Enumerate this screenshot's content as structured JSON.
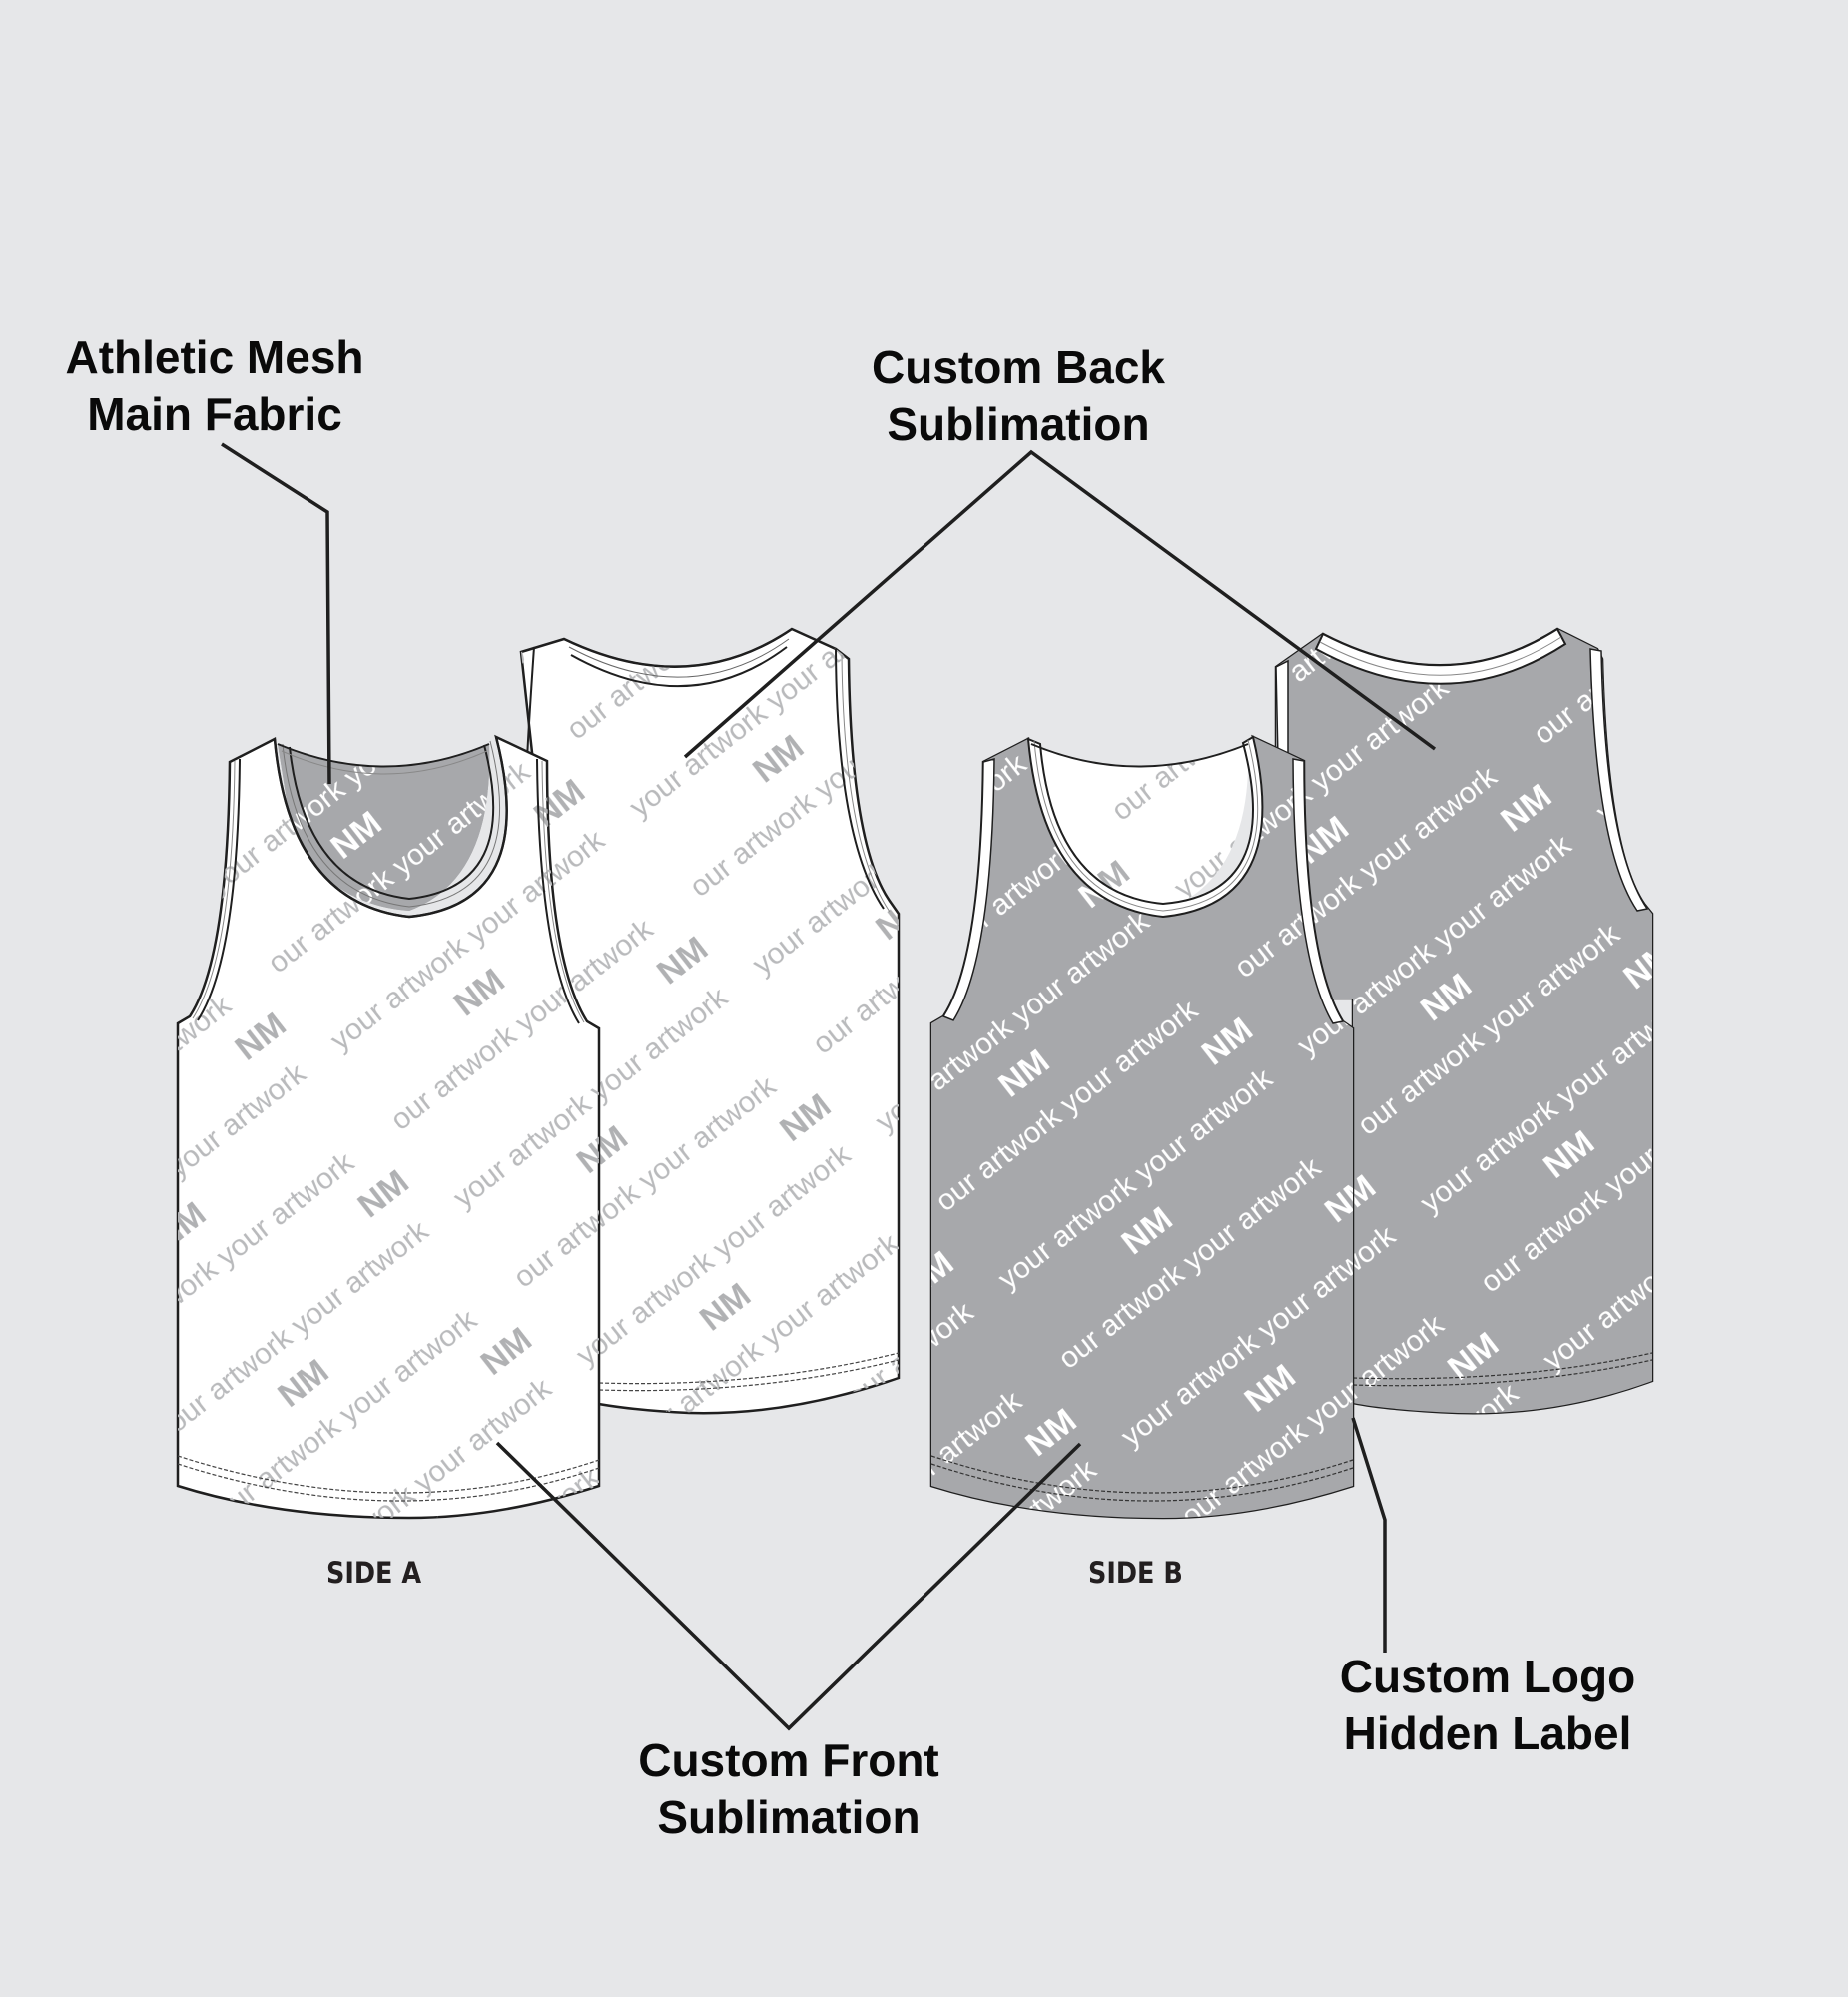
{
  "callouts": {
    "fabric": {
      "line1": "Athletic Mesh",
      "line2": "Main Fabric"
    },
    "back_sublimation": {
      "line1": "Custom Back",
      "line2": "Sublimation"
    },
    "front_sublimation": {
      "line1": "Custom Front",
      "line2": "Sublimation"
    },
    "hidden_label": {
      "line1": "Custom Logo",
      "line2": "Hidden Label"
    }
  },
  "sides": {
    "a": {
      "label": "SIDE A",
      "front_fill": "#ffffff",
      "back_fill": "#ffffff",
      "inner_fill": "#a7a8ab"
    },
    "b": {
      "label": "SIDE B",
      "front_fill": "#a7a8ab",
      "back_fill": "#a7a8ab",
      "inner_fill": "#ffffff"
    }
  },
  "pattern": {
    "repeat_text": "your artwork your artwork your artwork your artwork your artwork your artwork",
    "logo_mark": "NM",
    "light_pattern_color": "#b5b6b8",
    "dark_pattern_color": "#ffffff"
  },
  "colors": {
    "background": "#e6e7e9",
    "outline": "#1f1f1f",
    "garment_gray": "#a7a8ab"
  }
}
